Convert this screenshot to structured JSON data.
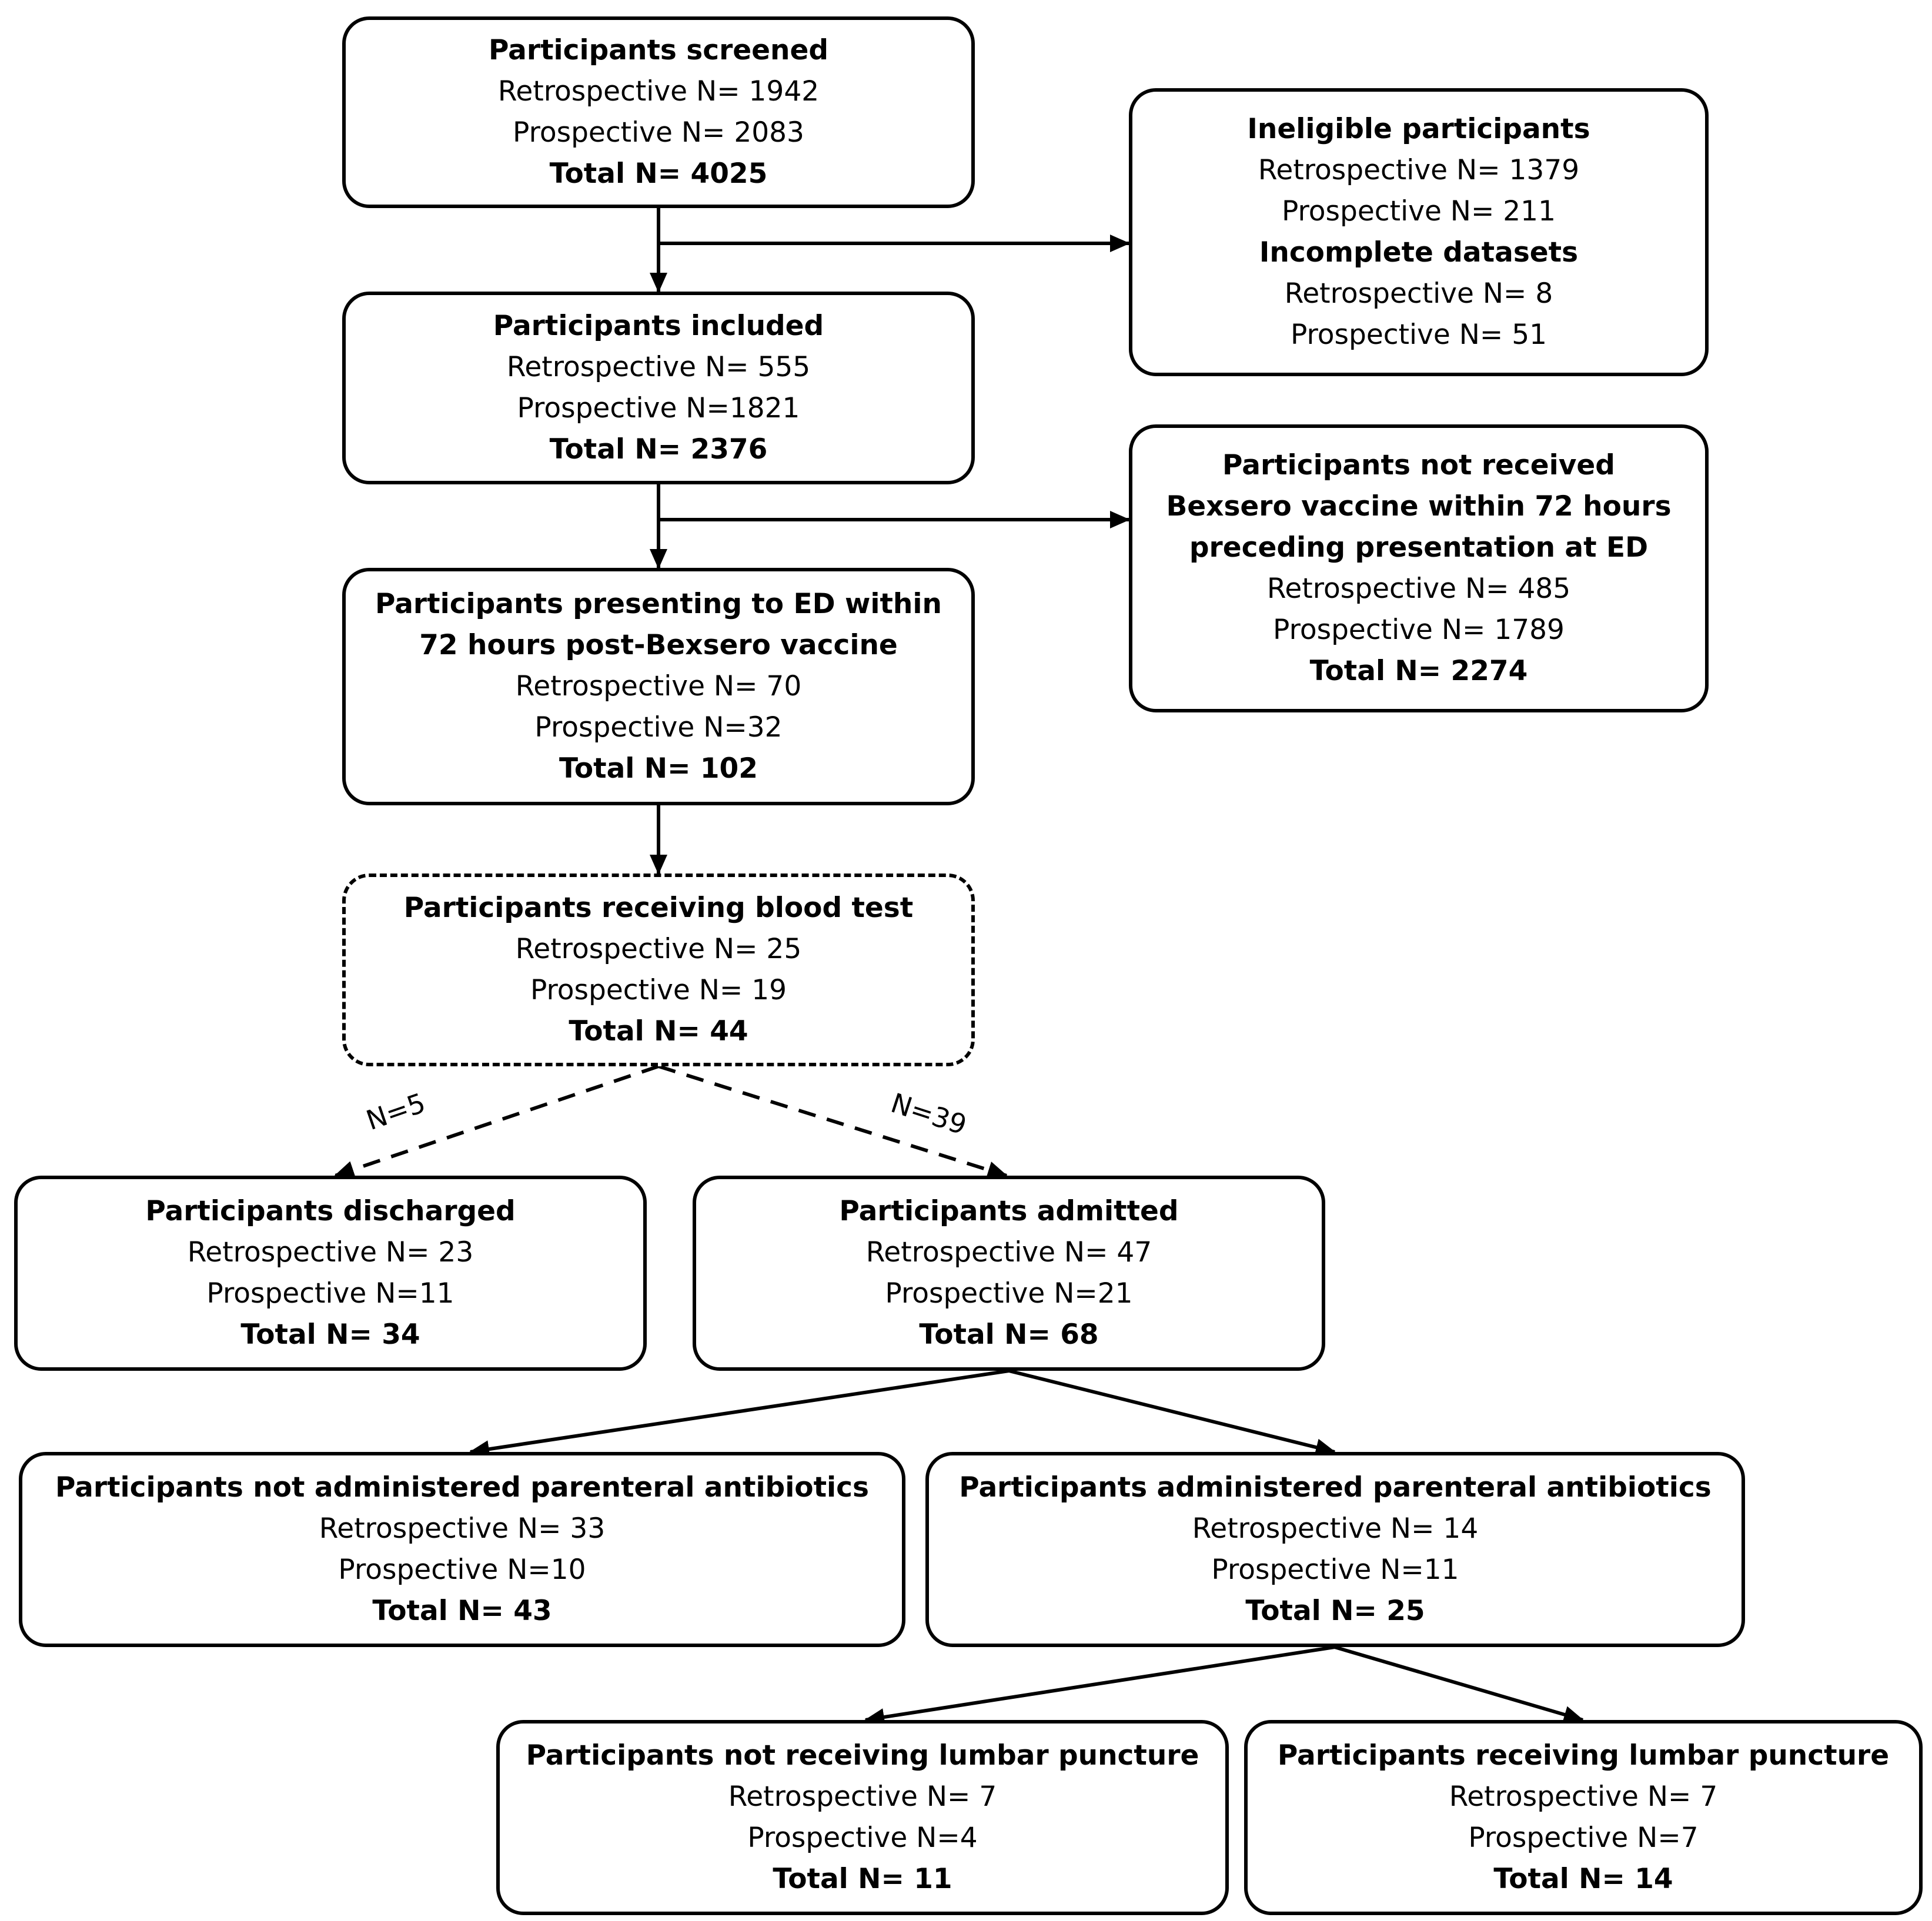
{
  "colors": {
    "line": "#000000",
    "background": "#ffffff"
  },
  "boxes": {
    "screened": {
      "title": "Participants screened",
      "retro": "Retrospective N= 1942",
      "prosp": "Prospective N= 2083",
      "total": "Total N= 4025"
    },
    "ineligible": {
      "title": "Ineligible participants",
      "retro": "Retrospective N= 1379",
      "prosp": "Prospective N= 211",
      "title2": "Incomplete datasets",
      "retro2": "Retrospective N= 8",
      "prosp2": "Prospective N= 51"
    },
    "included": {
      "title": "Participants included",
      "retro": "Retrospective N= 555",
      "prosp": "Prospective N=1821",
      "total": "Total N= 2376"
    },
    "not_received": {
      "title1": "Participants not received",
      "title2": "Bexsero vaccine within 72 hours",
      "title3": "preceding presentation at ED",
      "retro": "Retrospective N= 485",
      "prosp": "Prospective N= 1789",
      "total": "Total N= 2274"
    },
    "presenting": {
      "title1": "Participants presenting to ED within",
      "title2": "72 hours post-Bexsero vaccine",
      "retro": "Retrospective N= 70",
      "prosp": "Prospective N=32",
      "total": "Total N= 102"
    },
    "blood": {
      "title": "Participants receiving blood test",
      "retro": "Retrospective N= 25",
      "prosp": "Prospective N= 19",
      "total": "Total N= 44"
    },
    "discharged": {
      "title": "Participants discharged",
      "retro": "Retrospective N= 23",
      "prosp": "Prospective N=11",
      "total": "Total N= 34"
    },
    "admitted": {
      "title": "Participants admitted",
      "retro": "Retrospective N= 47",
      "prosp": "Prospective N=21",
      "total": "Total N= 68"
    },
    "not_abx": {
      "title": "Participants not administered parenteral antibiotics",
      "retro": "Retrospective N= 33",
      "prosp": "Prospective N=10",
      "total": "Total N= 43"
    },
    "abx": {
      "title": "Participants administered parenteral antibiotics",
      "retro": "Retrospective N= 14",
      "prosp": "Prospective N=11",
      "total": "Total N= 25"
    },
    "no_lp": {
      "title": "Participants not receiving lumbar puncture",
      "retro": "Retrospective N= 7",
      "prosp": "Prospective N=4",
      "total": "Total N= 11"
    },
    "lp": {
      "title": "Participants receiving lumbar puncture",
      "retro": "Retrospective N= 7",
      "prosp": "Prospective N=7",
      "total": "Total N= 14"
    }
  },
  "edge_labels": {
    "to_discharged": "N=5",
    "to_admitted": "N=39"
  }
}
